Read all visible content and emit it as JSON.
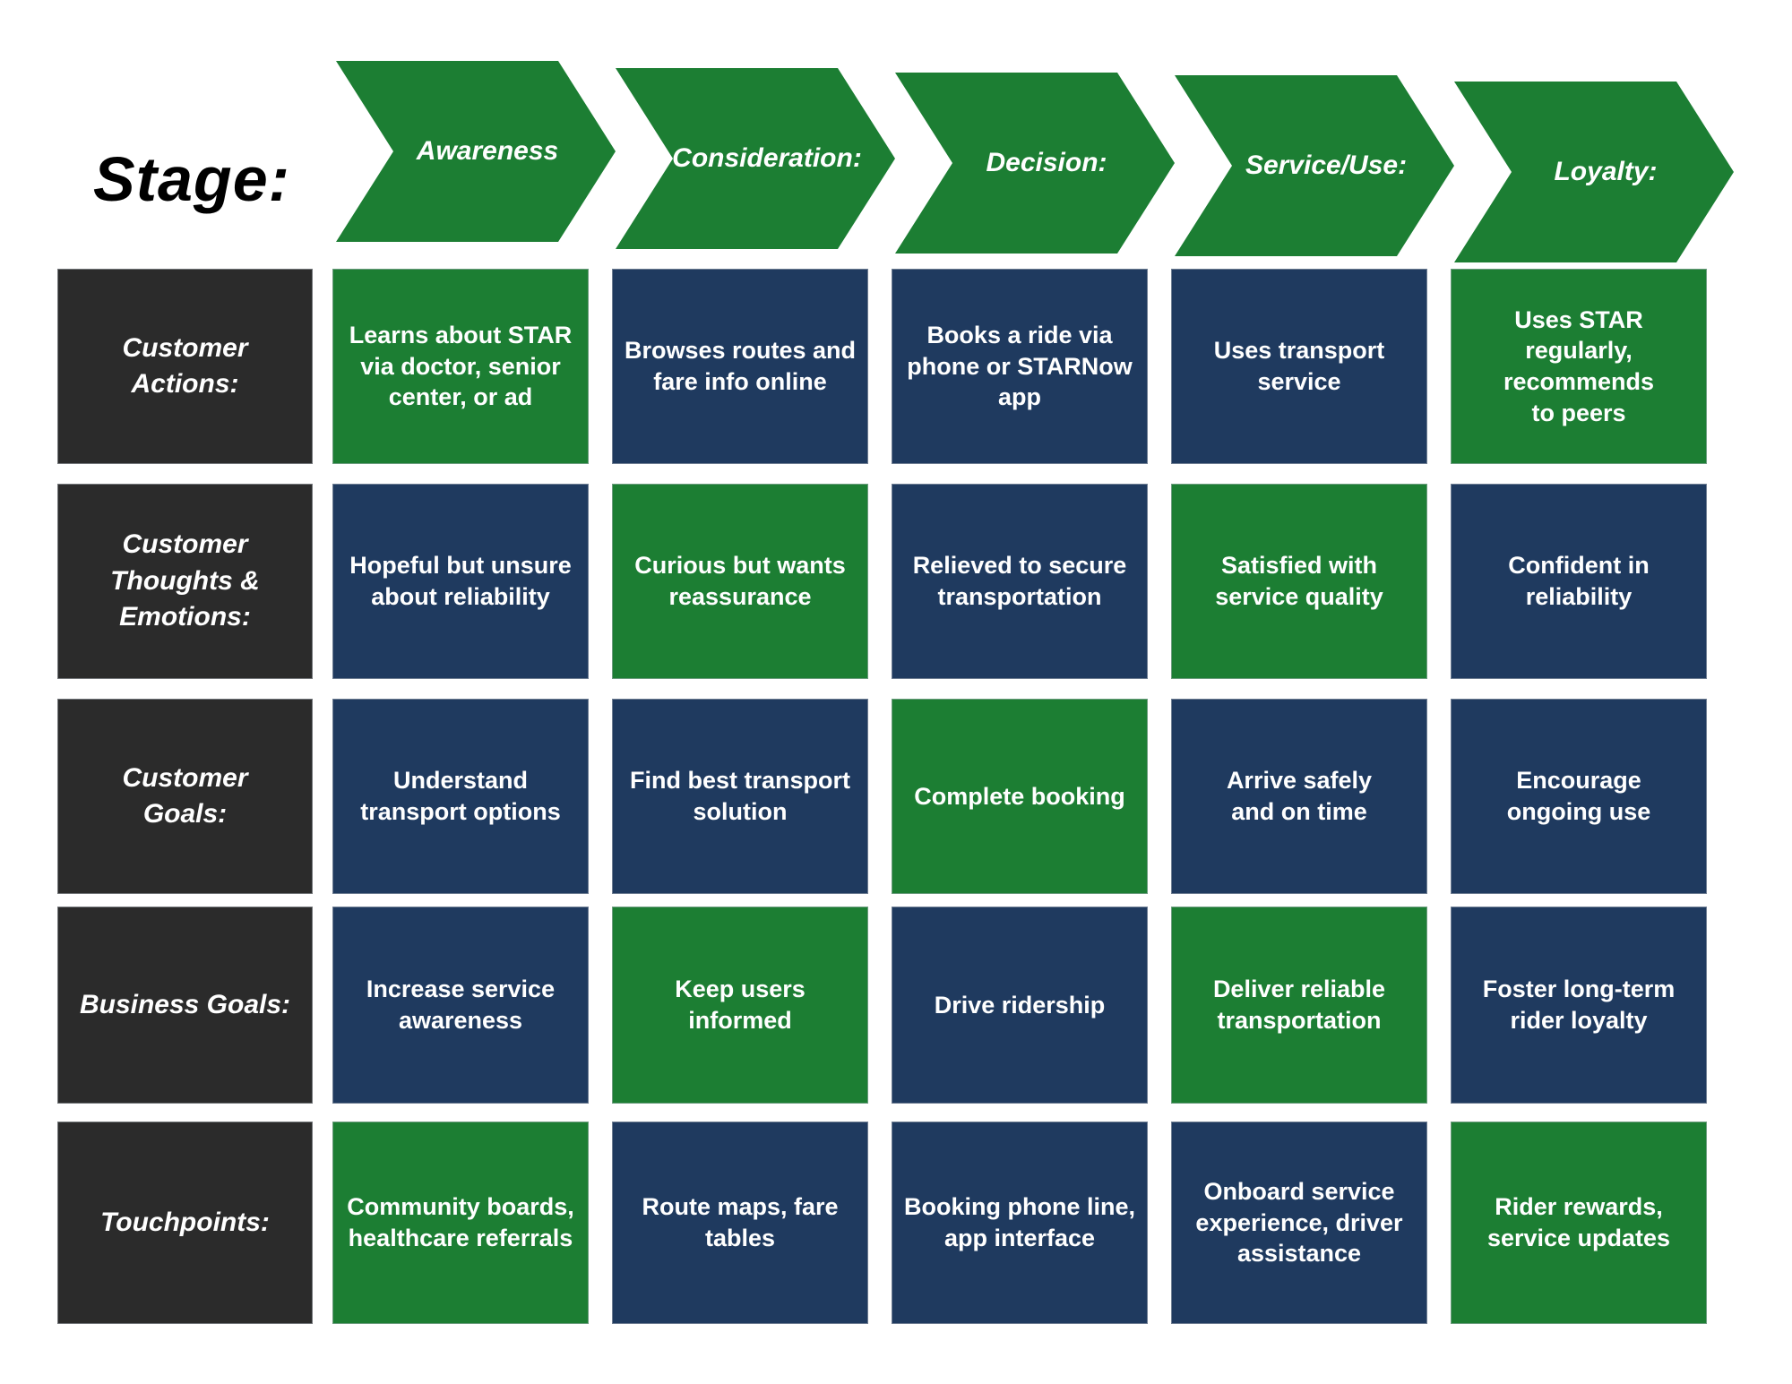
{
  "stage_label": "Stage:",
  "colors": {
    "green": "#1C7E33",
    "navy": "#1F3A5F",
    "header_dark": "#2B2B2B",
    "text_on_color": "#FFFFFF",
    "stage_text": "#000000",
    "background": "#FFFFFF"
  },
  "stages": [
    {
      "label": "Awareness"
    },
    {
      "label": "Consideration:"
    },
    {
      "label": "Decision:"
    },
    {
      "label": "Service/Use:"
    },
    {
      "label": "Loyalty:"
    }
  ],
  "rows": [
    {
      "header": "Customer\nActions:",
      "cells": [
        {
          "text": "Learns about STAR\nvia doctor, senior\ncenter, or ad",
          "variant": "green"
        },
        {
          "text": "Browses routes and\nfare info online",
          "variant": "navy"
        },
        {
          "text": "Books a ride via\nphone or STARNow\napp",
          "variant": "navy"
        },
        {
          "text": "Uses transport\nservice",
          "variant": "navy"
        },
        {
          "text": "Uses STAR\nregularly,\nrecommends\nto peers",
          "variant": "green"
        }
      ]
    },
    {
      "header": "Customer\nThoughts &\nEmotions:",
      "cells": [
        {
          "text": "Hopeful but unsure\nabout reliability",
          "variant": "navy"
        },
        {
          "text": "Curious but wants\nreassurance",
          "variant": "green"
        },
        {
          "text": "Relieved to secure\ntransportation",
          "variant": "navy"
        },
        {
          "text": "Satisfied with\nservice quality",
          "variant": "green"
        },
        {
          "text": "Confident in\nreliability",
          "variant": "navy"
        }
      ]
    },
    {
      "header": "Customer\nGoals:",
      "cells": [
        {
          "text": "Understand\ntransport options",
          "variant": "navy"
        },
        {
          "text": "Find best transport\nsolution",
          "variant": "navy"
        },
        {
          "text": "Complete booking",
          "variant": "green"
        },
        {
          "text": "Arrive safely\nand on time",
          "variant": "navy"
        },
        {
          "text": "Encourage\nongoing use",
          "variant": "navy"
        }
      ]
    },
    {
      "header": "Business Goals:",
      "cells": [
        {
          "text": "Increase service\nawareness",
          "variant": "navy"
        },
        {
          "text": "Keep users\ninformed",
          "variant": "green"
        },
        {
          "text": "Drive ridership",
          "variant": "navy"
        },
        {
          "text": "Deliver reliable\ntransportation",
          "variant": "green"
        },
        {
          "text": "Foster long-term\nrider loyalty",
          "variant": "navy"
        }
      ]
    },
    {
      "header": "Touchpoints:",
      "cells": [
        {
          "text": "Community boards,\nhealthcare referrals",
          "variant": "green"
        },
        {
          "text": "Route maps, fare\ntables",
          "variant": "navy"
        },
        {
          "text": "Booking phone line,\napp interface",
          "variant": "navy"
        },
        {
          "text": "Onboard service\nexperience, driver\nassistance",
          "variant": "navy"
        },
        {
          "text": "Rider rewards,\nservice updates",
          "variant": "green"
        }
      ]
    }
  ]
}
